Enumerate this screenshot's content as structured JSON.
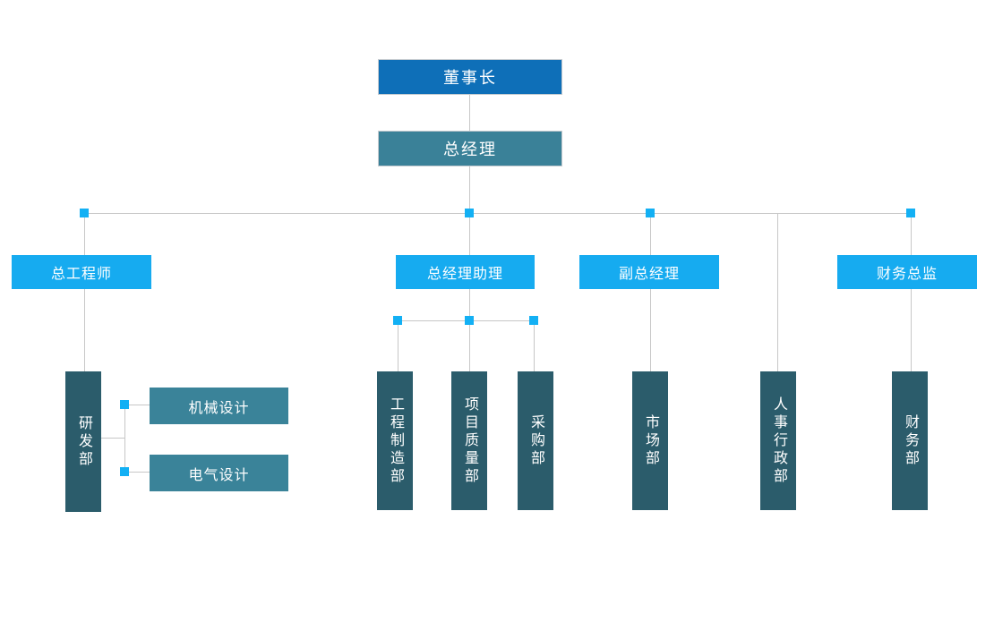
{
  "colors": {
    "chairman_bg": "#0e6fb8",
    "gm_bg": "#3a8198",
    "level2_bg": "#16abf0",
    "dept_bg": "#2b5c6b",
    "sub_bg": "#3a8399",
    "line_color": "#c7c7c7",
    "handle_color": "#13b0f4",
    "node_border": "#c5cbd0",
    "text_color": "#ffffff"
  },
  "org_chart": {
    "level1": {
      "chairman": "董事长",
      "general_manager": "总经理"
    },
    "level2": {
      "chief_engineer": "总工程师",
      "gm_assistant": "总经理助理",
      "deputy_gm": "副总经理",
      "finance_director": "财务总监"
    },
    "departments": {
      "rd": "研发部",
      "mechanical_design": "机械设计",
      "electrical_design": "电气设计",
      "engineering_manufacturing": "工程制造部",
      "project_quality": "项目质量部",
      "procurement": "采购部",
      "marketing": "市场部",
      "hr_admin": "人事行政部",
      "finance": "财务部"
    }
  }
}
